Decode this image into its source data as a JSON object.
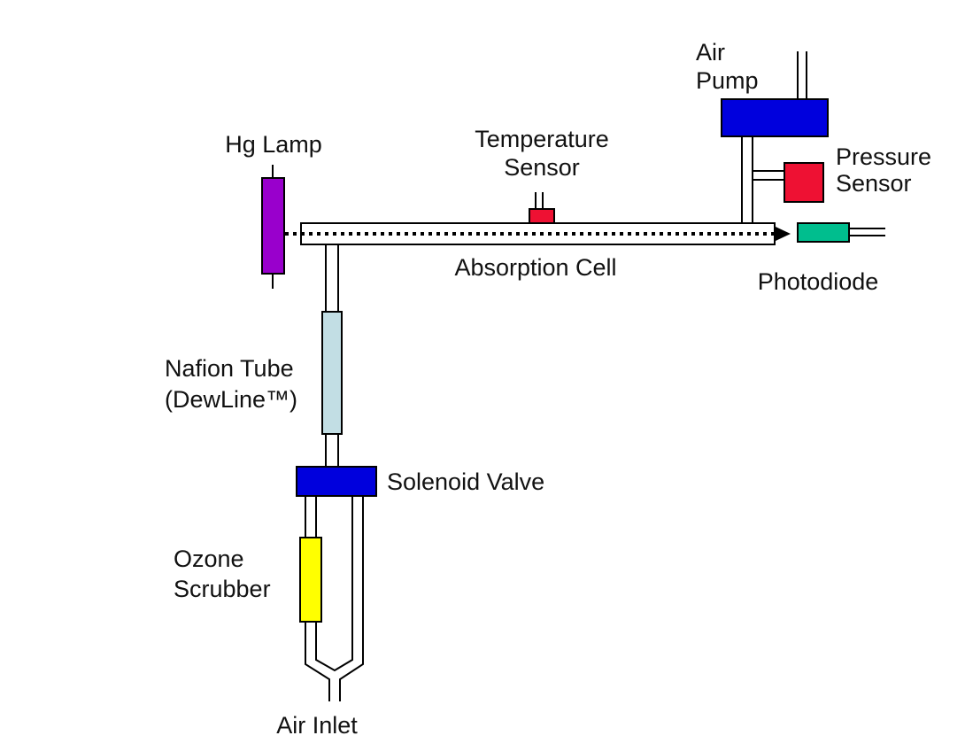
{
  "diagram": {
    "name": "Ozone monitor flow schematic",
    "background": "#ffffff",
    "colors": {
      "lamp": "#9900CC",
      "pump": "#0000DD",
      "valve": "#0000DD",
      "temp_sensor": "#EE1133",
      "pressure_sensor": "#EE1133",
      "photodiode": "#00BE8E",
      "nafion": "#C2DEE4",
      "scrubber": "#FFFF00",
      "tube_fill": "#FFFFFF",
      "stroke": "#000000"
    },
    "labels": {
      "hg_lamp": "Hg Lamp",
      "temperature_sensor_1": "Temperature",
      "temperature_sensor_2": "Sensor",
      "air_pump_1": "Air",
      "air_pump_2": "Pump",
      "pressure_sensor_1": "Pressure",
      "pressure_sensor_2": "Sensor",
      "absorption_cell": "Absorption Cell",
      "photodiode": "Photodiode",
      "nafion_tube_1": "Nafion Tube",
      "nafion_tube_2": "(DewLine™)",
      "solenoid_valve": "Solenoid Valve",
      "ozone_scrubber_1": "Ozone",
      "ozone_scrubber_2": "Scrubber",
      "air_inlet": "Air Inlet"
    }
  }
}
